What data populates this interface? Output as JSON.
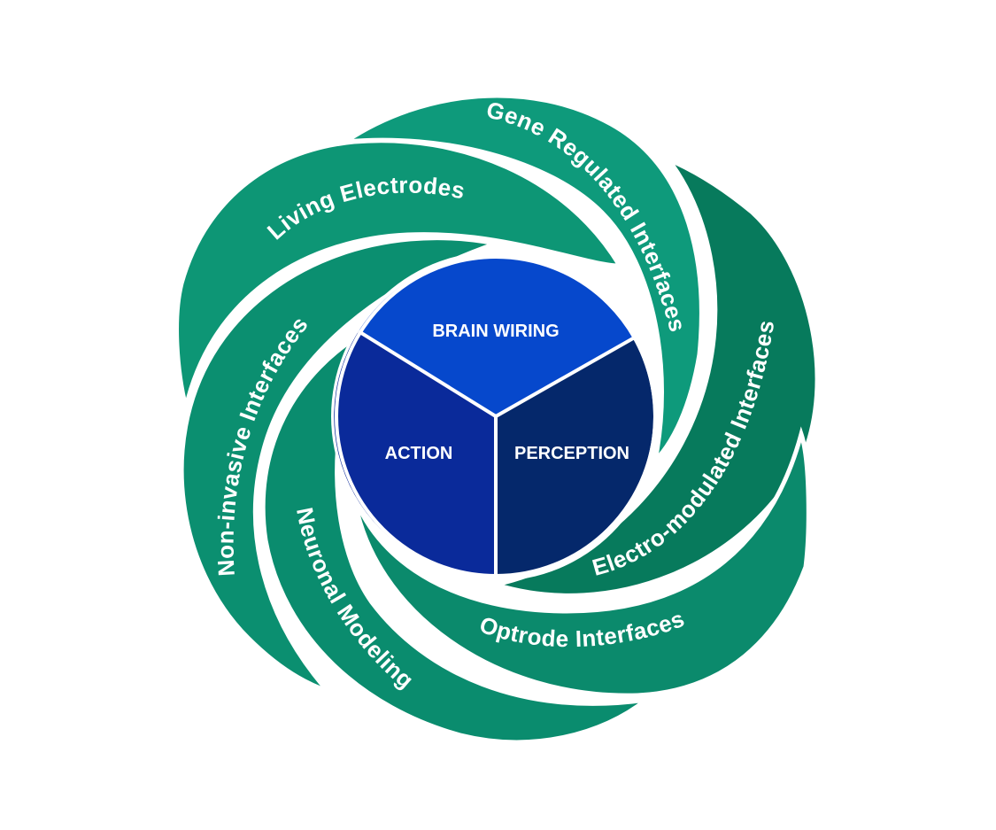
{
  "diagram": {
    "core": {
      "segments": [
        {
          "label": "BRAIN WIRING",
          "color": "#0648cc"
        },
        {
          "label": "ACTION",
          "color": "#0a2a9a"
        },
        {
          "label": "PERCEPTION",
          "color": "#05286b"
        }
      ]
    },
    "petals": [
      {
        "label": "Gene Regulated Interfaces",
        "color": "#0e9a7b"
      },
      {
        "label": "Electro-modulated Interfaces",
        "color": "#077a5c"
      },
      {
        "label": "Optrode Interfaces",
        "color": "#0b8a6c"
      },
      {
        "label": "Neuronal Modeling",
        "color": "#0a8c6e"
      },
      {
        "label": "Non-invasive Interfaces",
        "color": "#0b8f70"
      },
      {
        "label": "Living Electrodes",
        "color": "#0d9675"
      }
    ]
  }
}
